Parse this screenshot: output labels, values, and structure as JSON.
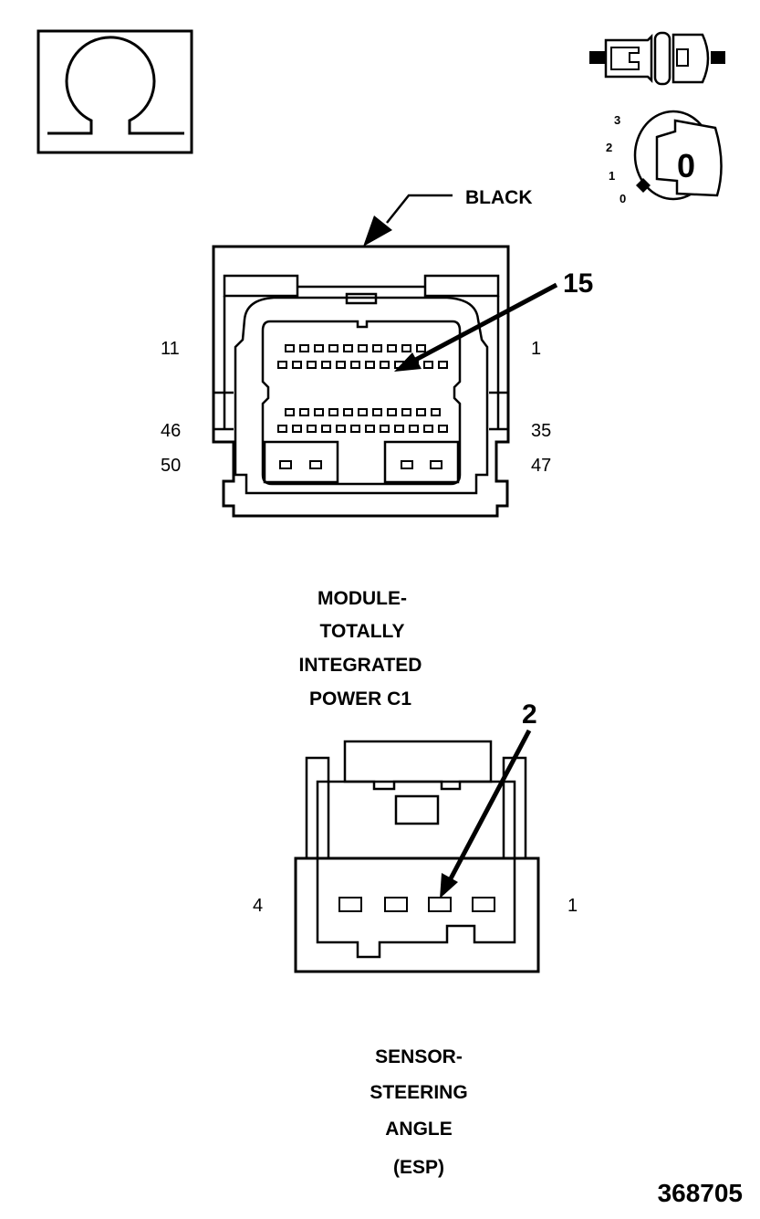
{
  "symbols": {
    "ohm_icon": "ohmmeter-icon",
    "connector_icon": "disconnected-connector-icon",
    "ignition_icon": "ignition-key-icon",
    "ignition_positions": [
      "3",
      "2",
      "1",
      "0"
    ],
    "ignition_key_position": "0"
  },
  "connector_c1": {
    "color_label": "BLACK",
    "callout_pin": "15",
    "pin_labels": {
      "top_left": "11",
      "top_right": "1",
      "mid_left": "46",
      "mid_right": "35",
      "bottom_left": "50",
      "bottom_right": "47"
    },
    "caption": [
      "MODULE-",
      "TOTALLY",
      "INTEGRATED",
      "POWER C1"
    ]
  },
  "connector_sensor": {
    "callout_pin": "2",
    "pin_labels": {
      "left": "4",
      "right": "1"
    },
    "caption": [
      "SENSOR-",
      "STEERING",
      "ANGLE",
      "(ESP)"
    ]
  },
  "figure_id": "368705"
}
